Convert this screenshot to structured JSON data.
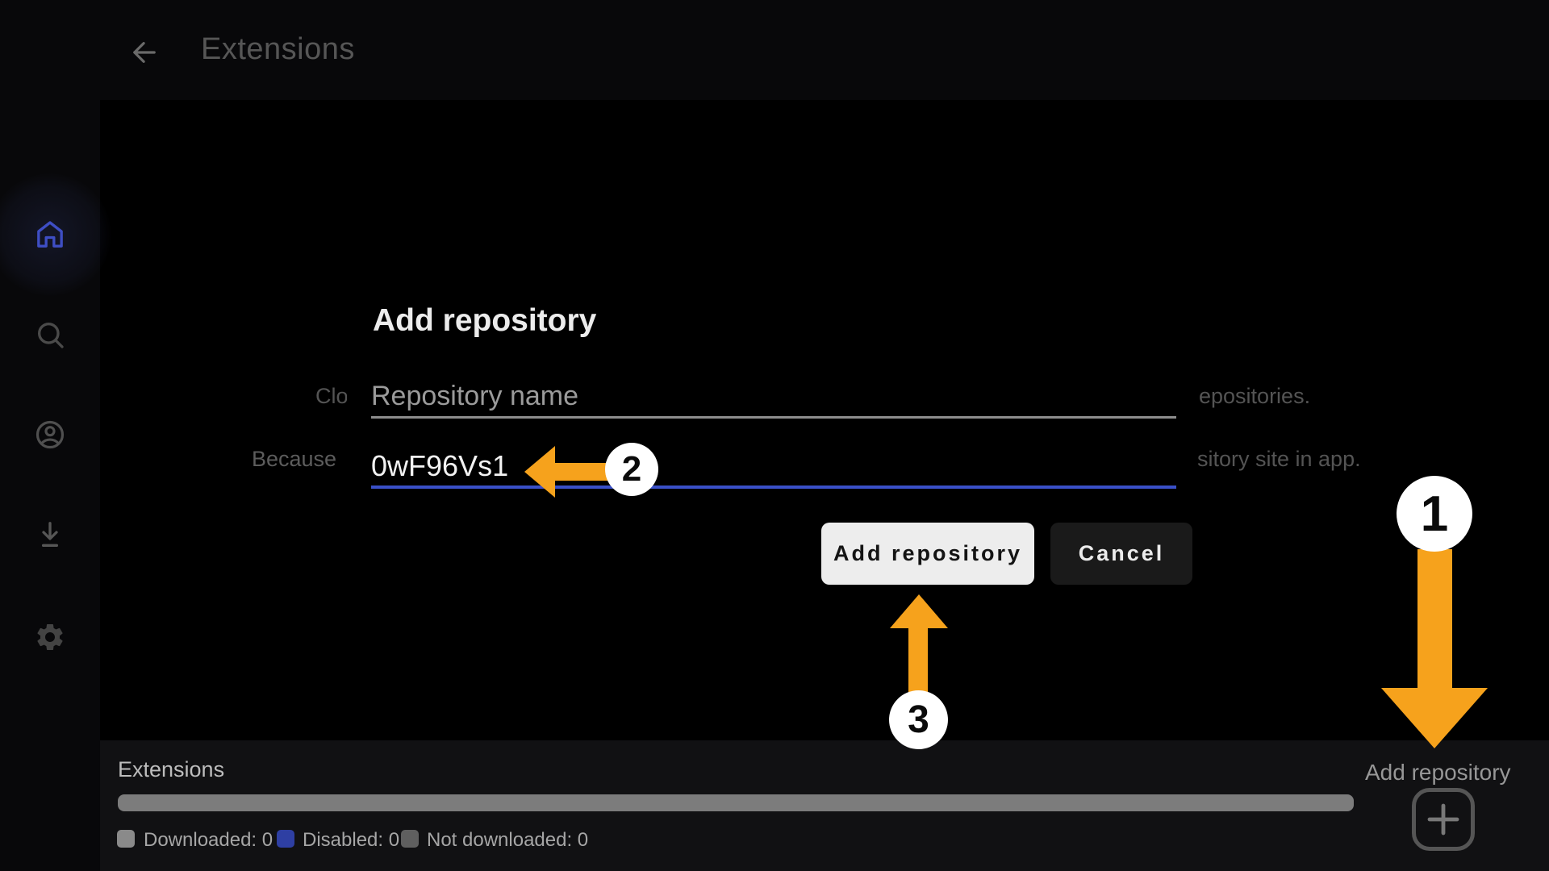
{
  "topbar": {
    "title": "Extensions",
    "back_icon": "arrow-left"
  },
  "sidebar": {
    "items": [
      {
        "name": "home",
        "icon": "home-icon",
        "active": true,
        "color": "#3e4ec4"
      },
      {
        "name": "search",
        "icon": "search-icon",
        "active": false
      },
      {
        "name": "account",
        "icon": "account-icon",
        "active": false
      },
      {
        "name": "downloads",
        "icon": "download-icon",
        "active": false
      },
      {
        "name": "settings",
        "icon": "gear-icon",
        "active": false
      }
    ]
  },
  "background_text": {
    "line1_left": "Clo",
    "line1_right": "epositories.",
    "line2_left": "Because",
    "line2_right": "sitory site in app."
  },
  "dialog": {
    "title": "Add repository",
    "name_placeholder": "Repository name",
    "url_value": "0wF96Vs1",
    "add_button_label": "Add repository",
    "cancel_button_label": "Cancel",
    "focused_underline_color": "#3a50c8"
  },
  "bottom": {
    "section_label": "Extensions",
    "progress_color": "#7c7c7c",
    "legend": [
      {
        "label": "Downloaded: 0",
        "color": "#8a8a8a"
      },
      {
        "label": "Disabled: 0",
        "color": "#2e3fa3"
      },
      {
        "label": "Not downloaded: 0",
        "color": "#5f5f5f"
      }
    ],
    "add_repository_label": "Add repository",
    "plus_icon": "plus-icon"
  },
  "annotations": {
    "arrow_color": "#f6a21c",
    "steps": [
      {
        "number": "1",
        "points_to": "plus-button"
      },
      {
        "number": "2",
        "points_to": "repository-url-input"
      },
      {
        "number": "3",
        "points_to": "add-repository-button"
      }
    ]
  }
}
